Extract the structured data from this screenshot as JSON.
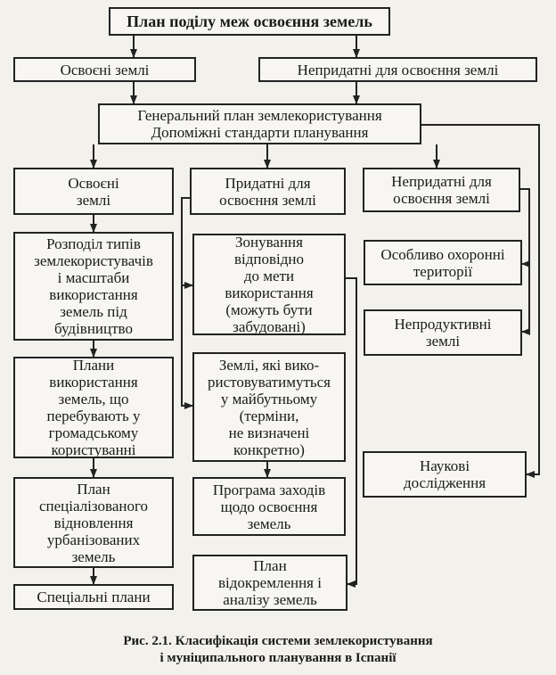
{
  "nodes": {
    "title": "План поділу меж освоєння земель",
    "developed_top": "Освоєні землі",
    "unsuitable_top": "Непридатні для освоєння землі",
    "general_plan": "Генеральний план землекористування\nДопоміжні стандарти планування",
    "developed": "Освоєні\nземлі",
    "suitable": "Придатні для\nосвоєння землі",
    "unsuitable": "Непридатні для\nосвоєння землі",
    "division": "Розподіл типів\nземлекористувачів\nі масштаби\nвикористання\nземель під\nбудівництво",
    "zoning": "Зонування\nвідповідно\nдо мети\nвикористання\n(можуть бути\nзабудовані)",
    "protected": "Особливо охоронні\nтериторії",
    "land_use_plans": "Плани\nвикористання\nземель, що\nперебувають у\nгромадському\nкористуванні",
    "future_lands": "Землі, які вико-\nристовуватимуться\nу майбутньому\n(терміни,\nне визначені\nконкретно)",
    "unproductive": "Непродуктивні\nземлі",
    "research": "Наукові\nдослідження",
    "restoration": "План\nспеціалізованого\nвідновлення\nурбанізованих\nземель",
    "program": "Програма заходів\nщодо освоєння\nземель",
    "special_plans": "Спеціальні плани",
    "separation": "План\nвідокремлення і\nаналізу земель"
  },
  "caption": "Рис. 2.1. Класифікація системи землекористування\nі муніципального планування в Іспанії"
}
